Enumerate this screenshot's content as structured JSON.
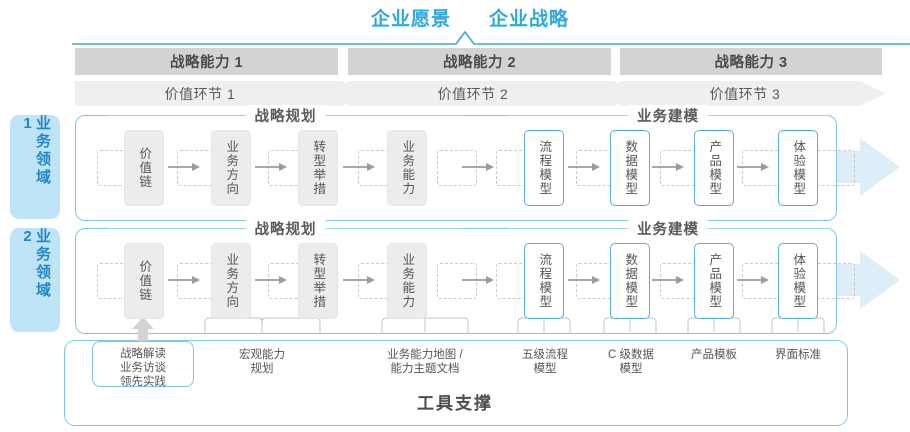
{
  "theme": {
    "accent_blue": "#2fa8dd",
    "panel_border": "#7dc7e8",
    "band_gray": "#d2d4d4",
    "band_light": "#efefef",
    "node_gray": "#ececec",
    "node_blue_border": "#4fb0de",
    "tab_bg": "#bfe4f7",
    "tab_text": "#2288c4",
    "flow_fill": "#ddeef8"
  },
  "header": {
    "vision": "企业愿景",
    "strategy": "企业战略"
  },
  "capability_band": [
    {
      "label": "战略能力 1"
    },
    {
      "label": "战略能力 2"
    },
    {
      "label": "战略能力 3"
    }
  ],
  "value_band": [
    {
      "label": "价值环节 1"
    },
    {
      "label": "价值环节 2"
    },
    {
      "label": "价值环节 3"
    }
  ],
  "side_tabs": [
    {
      "label": "业务领域 1"
    },
    {
      "label": "业务领域 2"
    }
  ],
  "sections": {
    "planning": "战略规划",
    "modeling": "业务建模"
  },
  "pipeline": [
    {
      "label": "价值链",
      "style": "gray"
    },
    {
      "label": "业务方向",
      "style": "gray"
    },
    {
      "label": "转型举措",
      "style": "gray"
    },
    {
      "label": "业务能力",
      "style": "gray"
    },
    {
      "label": "流程模型",
      "style": "blue"
    },
    {
      "label": "数据模型",
      "style": "blue"
    },
    {
      "label": "产品模型",
      "style": "blue"
    },
    {
      "label": "体验模型",
      "style": "blue"
    }
  ],
  "tool_support": {
    "title": "工具支撑",
    "items": [
      {
        "label": "战略解读\n业务访谈\n领先实践",
        "boxed": true
      },
      {
        "label": "宏观能力\n规划",
        "boxed": false
      },
      {
        "label": "业务能力地图 /\n能力主题文档",
        "boxed": false
      },
      {
        "label": "五级流程\n模型",
        "boxed": false
      },
      {
        "label": "C 级数据\n模型",
        "boxed": false
      },
      {
        "label": "产品模板",
        "boxed": false
      },
      {
        "label": "界面标准",
        "boxed": false
      }
    ]
  }
}
